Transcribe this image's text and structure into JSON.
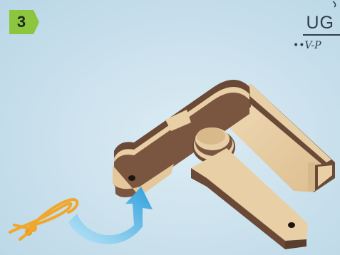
{
  "step": {
    "number": "3",
    "badge_color": "#8cc63f"
  },
  "brand": {
    "wordmark": "UG",
    "signature": "••V-P"
  },
  "colors": {
    "background": "#cfe4ef",
    "wood_light": "#e8cfa6",
    "wood_dark": "#6a4a36",
    "rope": "#f0a72c",
    "arrow": "#3fa9e0"
  }
}
